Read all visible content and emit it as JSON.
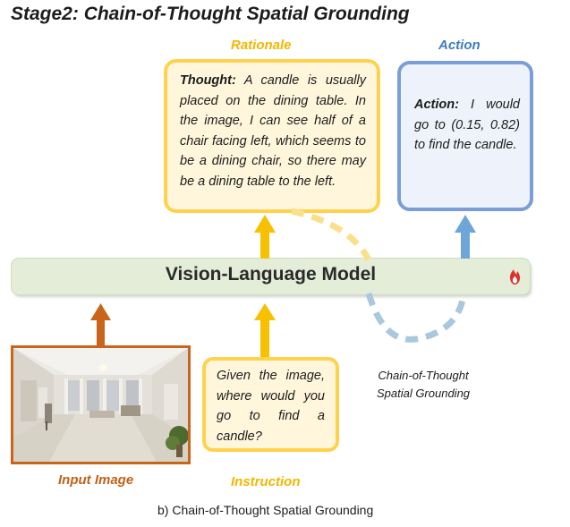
{
  "title": "Stage2: Chain-of-Thought Spatial Grounding",
  "rationale": {
    "label": "Rationale",
    "thought_prefix": "Thought:",
    "thought_text": "A candle is usually placed on the dining table. In the image, I can see half of a chair facing left, which seems to be a dining chair, so there may be a dining table to the left."
  },
  "action": {
    "label": "Action",
    "prefix": "Action:",
    "text": "I would go to (0.15, 0.82) to find the candle."
  },
  "model": {
    "label": "Vision-Language Model"
  },
  "input_image": {
    "label": "Input Image"
  },
  "instruction": {
    "label": "Instruction",
    "text": "Given the image, where would you go to find a candle?"
  },
  "loop_label": {
    "line1": "Chain-of-Thought",
    "line2": "Spatial Grounding"
  },
  "caption": "b) Chain-of-Thought Spatial Grounding",
  "colors": {
    "rationale_border": "#FFD24D",
    "rationale_fill": "#FFF6DB",
    "rationale_label": "#F2B600",
    "action_border": "#7B9DD8",
    "action_fill": "#EEF3FB",
    "action_label": "#3F7CC0",
    "model_fill": "#E3EDD8",
    "image_border": "#C8651B",
    "image_label": "#C0611A",
    "arrow_gold": "#F7C000",
    "arrow_blue": "#6FA6D8",
    "arrow_orange": "#C8651B"
  },
  "icons": {
    "fire": "fire-icon"
  }
}
